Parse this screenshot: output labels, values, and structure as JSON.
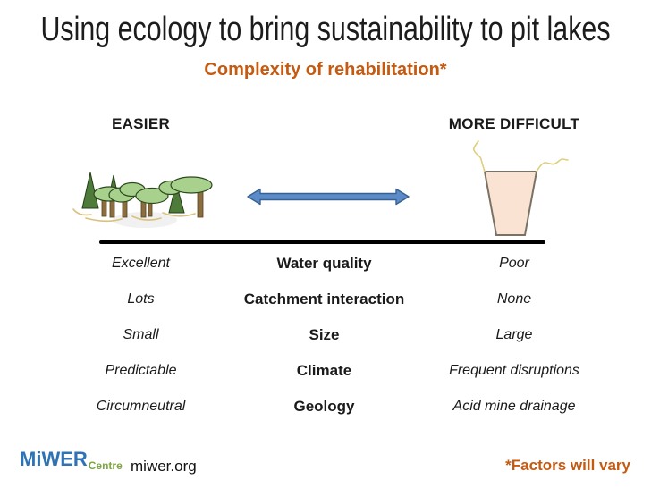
{
  "slide": {
    "title": "Using ecology to bring sustainability to pit lakes",
    "subtitle": "Complexity of rehabilitation*"
  },
  "scale": {
    "left_label": "EASIER",
    "right_label": "MORE DIFFICULT"
  },
  "table": {
    "rows": [
      {
        "left": "Excellent",
        "center": "Water quality",
        "right": "Poor"
      },
      {
        "left": "Lots",
        "center": "Catchment interaction",
        "right": "None"
      },
      {
        "left": "Small",
        "center": "Size",
        "right": "Large"
      },
      {
        "left": "Predictable",
        "center": "Climate",
        "right": "Frequent disruptions"
      },
      {
        "left": "Circumneutral",
        "center": "Geology",
        "right": "Acid mine drainage"
      }
    ]
  },
  "footer": {
    "logo_primary": "MiWER",
    "logo_secondary": "Centre",
    "website": "miwer.org",
    "footnote": "*Factors will vary"
  },
  "icons": {
    "left_illustration": "forest-trees-illustration",
    "center_icon": "double-headed-arrow-icon",
    "right_illustration": "pit-lake-illustration"
  },
  "colors": {
    "accent_orange": "#c55a11",
    "arrow_blue_fill": "#5b8bc9",
    "arrow_blue_stroke": "#38618f",
    "pit_fill": "#fae3d3",
    "pit_stroke": "#7a7265",
    "conifer_green": "#4e7b3a",
    "canopy_green": "#a9d18e",
    "trunk_brown": "#8c6d3f",
    "ground_tan": "#d8c27e",
    "logo_blue": "#2e74b5",
    "logo_green": "#7ca63f"
  }
}
